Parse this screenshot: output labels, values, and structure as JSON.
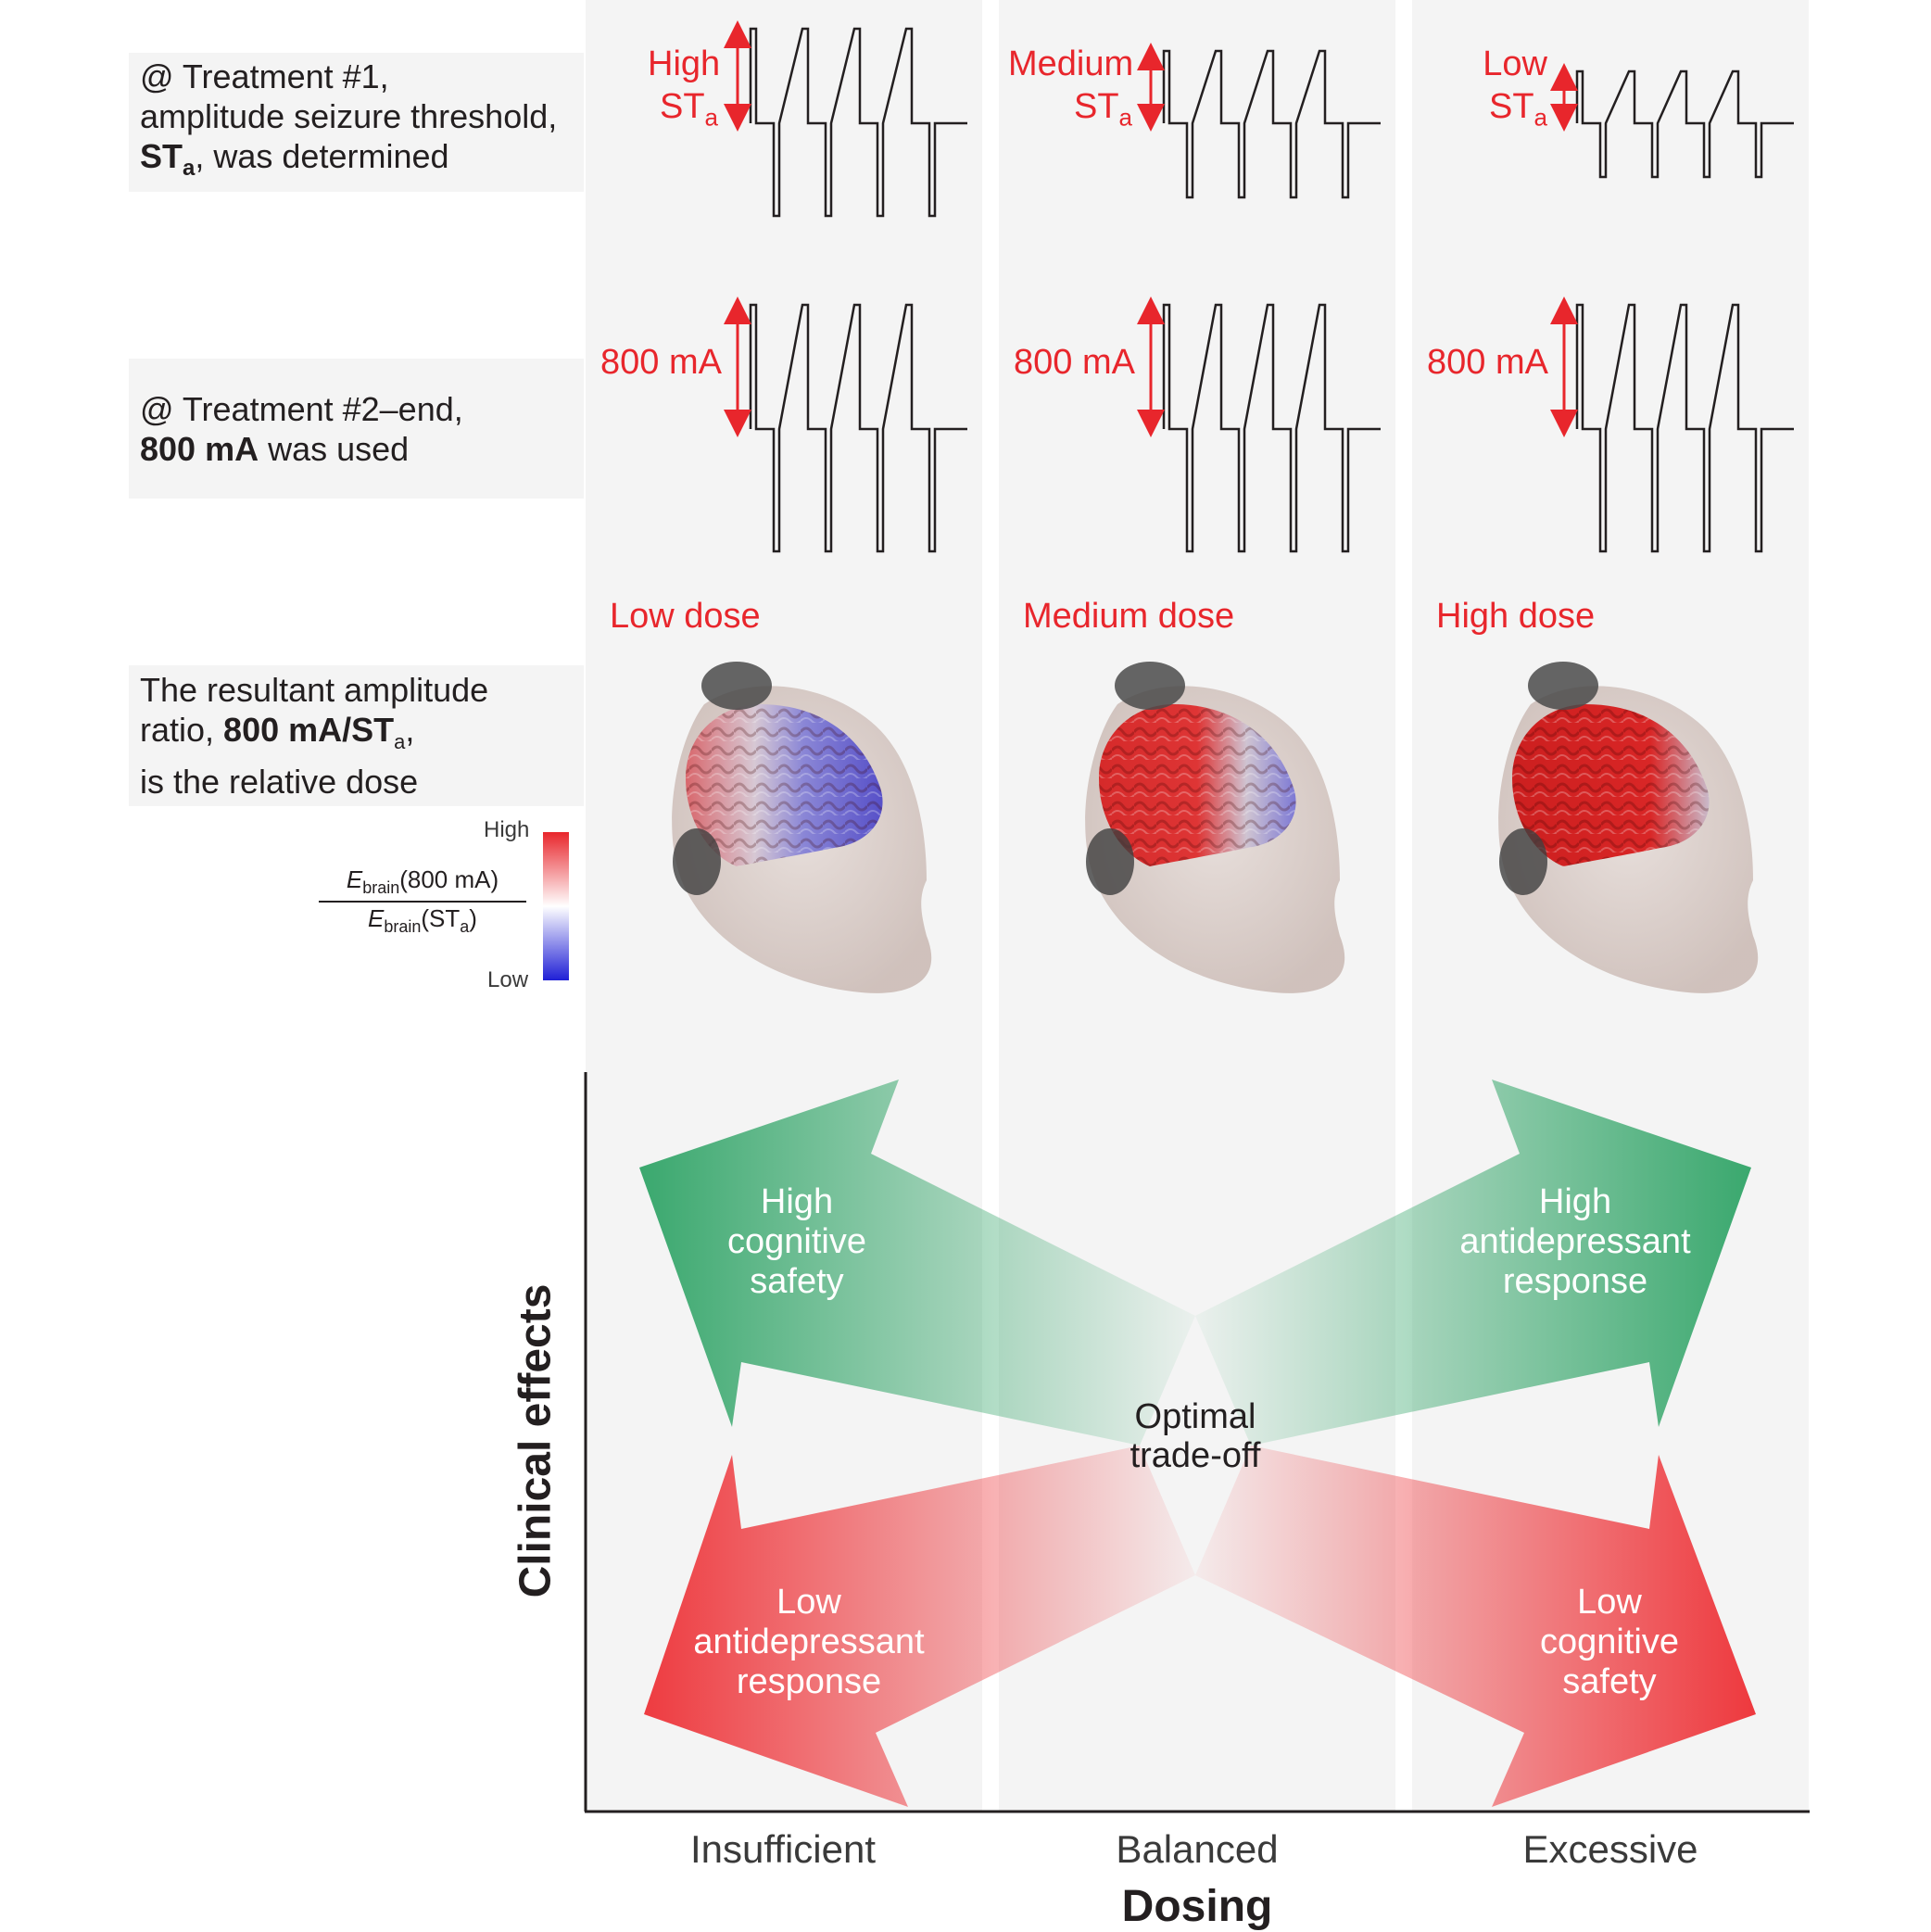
{
  "left_rows": [
    {
      "line1": "@ Treatment #1,",
      "line2": "amplitude seizure threshold,",
      "line3_bold": "ST",
      "line3_sub": "a",
      "line3_rest": ", was determined"
    },
    {
      "line1": "@ Treatment #2–end,",
      "line2_bold": "800 mA",
      "line2_rest": " was used"
    },
    {
      "line1": "The resultant amplitude",
      "line2_pre": "ratio, ",
      "line2_bold": "800 mA/ST",
      "line2_sub": "a",
      "line2_post": ",",
      "line3": "is the relative dose"
    }
  ],
  "columns": [
    {
      "threshold_label_1": "High",
      "threshold_label_2": "ST",
      "threshold_sub": "a",
      "fixed_label": "800 mA",
      "dose_label": "Low dose",
      "x_label": "Insufficient",
      "brain_icon": "brain-model-mostly-blue"
    },
    {
      "threshold_label_1": "Medium",
      "threshold_label_2": "ST",
      "threshold_sub": "a",
      "fixed_label": "800 mA",
      "dose_label": "Medium dose",
      "x_label": "Balanced",
      "brain_icon": "brain-model-mixed"
    },
    {
      "threshold_label_1": "Low",
      "threshold_label_2": "ST",
      "threshold_sub": "a",
      "fixed_label": "800 mA",
      "dose_label": "High dose",
      "x_label": "Excessive",
      "brain_icon": "brain-model-mostly-red"
    }
  ],
  "colorbar": {
    "high": "High",
    "low": "Low",
    "numerator": "E",
    "numerator_sub": "brain",
    "numerator_rest": "(800 mA)",
    "denominator": "E",
    "denominator_sub": "brain",
    "denominator_rest": "(ST",
    "denominator_rest_sub": "a",
    "denominator_close": ")",
    "colors": [
      "#e8262c",
      "#ffffff",
      "#1f1fd6"
    ]
  },
  "arrows": {
    "green_down_left": {
      "line1": "High",
      "line2": "cognitive",
      "line3": "safety"
    },
    "green_up_right": {
      "line1": "High",
      "line2": "antidepressant",
      "line3": "response"
    },
    "red_down_left": {
      "line1": "Low",
      "line2": "antidepressant",
      "line3": "response"
    },
    "red_down_right": {
      "line1": "Low",
      "line2": "cognitive",
      "line3": "safety"
    },
    "center": {
      "line1": "Optimal",
      "line2": "trade-off"
    },
    "green_color": "#3aa86e",
    "red_color": "#ee3a3f"
  },
  "axes": {
    "x_title": "Dosing",
    "y_title": "Clinical effects"
  }
}
